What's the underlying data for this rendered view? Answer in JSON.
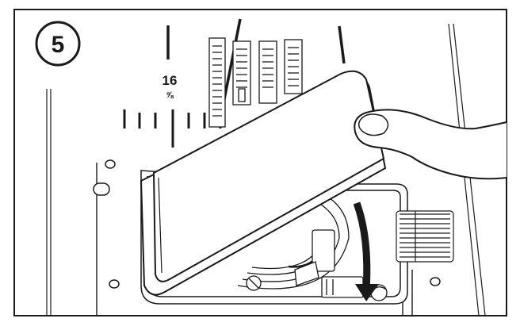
{
  "step": {
    "number": "5"
  },
  "needle_plate": {
    "seam_guide_primary": "16",
    "seam_guide_secondary": "⅝"
  },
  "colors": {
    "line": "#1a1a1a",
    "background": "#ffffff",
    "cover_face": "#ffffff"
  },
  "icons": {
    "arrow": "curved-down-arrow-icon",
    "hand": "hand-icon"
  }
}
